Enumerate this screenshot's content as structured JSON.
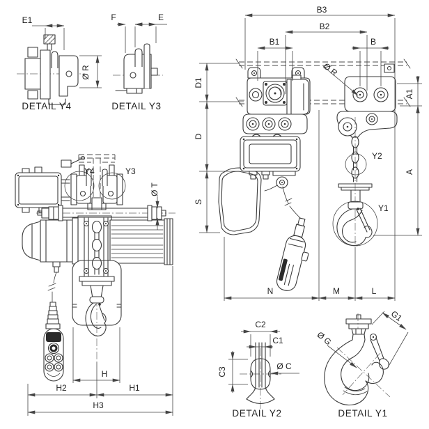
{
  "drawing": {
    "background": "#ffffff",
    "line_color": "#3a3a3a",
    "details": {
      "y4": {
        "title": "DETAIL Y4",
        "dim_e1": "E1",
        "dim_r": "Ø R"
      },
      "y3": {
        "title": "DETAIL  Y3",
        "dim_f": "F",
        "dim_e": "E"
      },
      "y2": {
        "title": "DETAIL Y2",
        "dim_c2": "C2",
        "dim_c1": "C1",
        "dim_c3": "C3",
        "dim_c": "Ø C"
      },
      "y1": {
        "title": "DETAIL Y1",
        "dim_g": "Ø G",
        "dim_g1": "G1"
      }
    },
    "side_view": {
      "dim_b3": "B3",
      "dim_b2": "B2",
      "dim_b1": "B1",
      "dim_b": "B",
      "dim_r": "Ø R",
      "dim_d1": "D1",
      "dim_d": "D",
      "dim_s": "S",
      "dim_a1": "A1",
      "dim_a": "A",
      "dim_n": "N",
      "dim_m": "M",
      "dim_l": "L",
      "callout_y2": "Y2",
      "callout_y1": "Y1"
    },
    "front_view": {
      "dim_t": "Ø T",
      "dim_h": "H",
      "dim_h1": "H1",
      "dim_h2": "H2",
      "dim_h3": "H3",
      "callout_y4": "Y4",
      "callout_y3": "Y3"
    }
  }
}
